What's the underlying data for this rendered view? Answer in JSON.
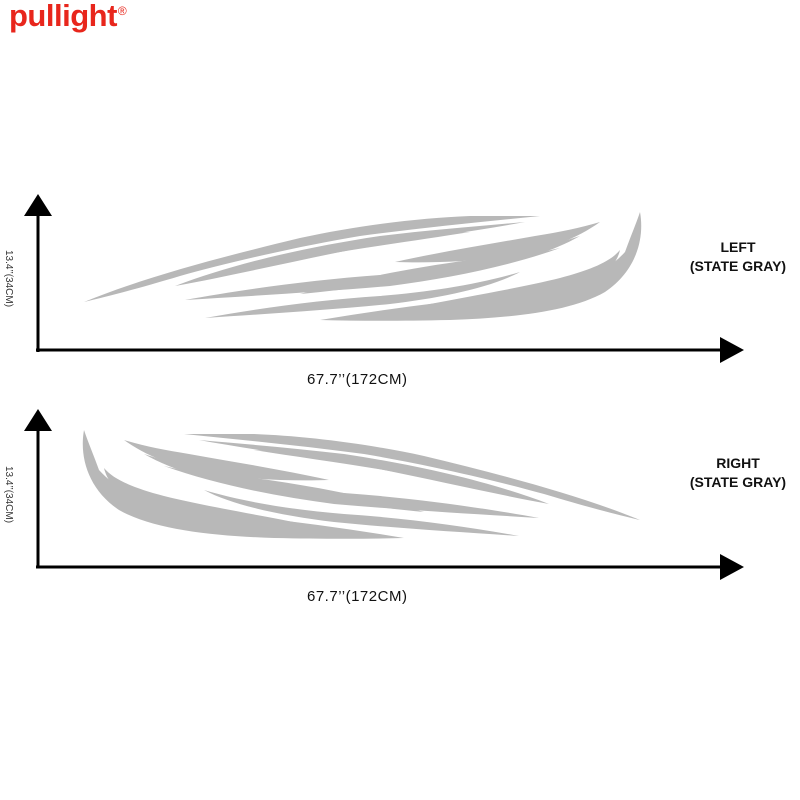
{
  "brand": {
    "name": "pullight",
    "mark": "®",
    "color": "#e8261c"
  },
  "decal_color": "#b8b8b8",
  "panels": [
    {
      "id": "left",
      "width_label": "67.7’’(172CM)",
      "height_label": "13.4’’(34CM)",
      "side": "LEFT",
      "color_name": "(STATE GRAY)"
    },
    {
      "id": "right",
      "width_label": "67.7’’(172CM)",
      "height_label": "13.4’’(34CM)",
      "side": "RIGHT",
      "color_name": "(STATE GRAY)"
    }
  ]
}
